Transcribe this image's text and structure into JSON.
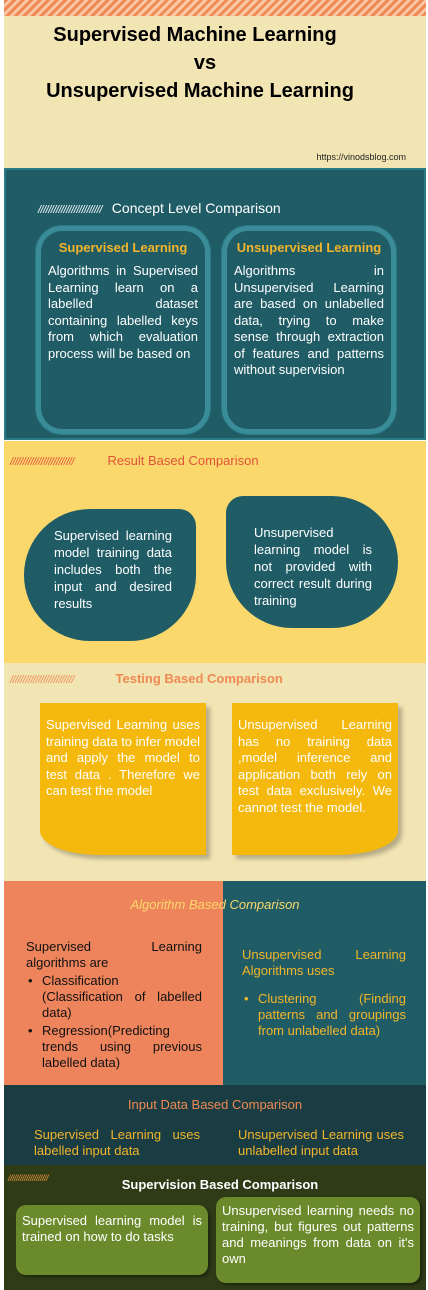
{
  "header": {
    "line1": "Supervised Machine Learning",
    "line2": "vs",
    "line3": "Unsupervised Machine Learning",
    "url": "https://vinodsblog.com"
  },
  "concept": {
    "slashes": "/////////////////////////",
    "title": "Concept Level Comparison",
    "supervised_heading": "Supervised Learning",
    "supervised_text": "Algorithms in Supervised Learning learn on a labelled dataset containing labelled keys from which evaluation process will be based on",
    "unsupervised_heading": "Unsupervised Learning",
    "unsupervised_text": "Algorithms in Unsupervised Learning are based on unlabelled data, trying to make sense through extraction of features and patterns without supervision"
  },
  "result": {
    "slashes": "/////////////////////////",
    "title": "Result Based Comparison",
    "supervised_text": "Supervised learning model training data includes both the input and desired results",
    "unsupervised_text": "Unsupervised learning model is not provided with correct result during training"
  },
  "testing": {
    "slashes": "/////////////////////////",
    "title": "Testing Based Comparison",
    "supervised_text": "Supervised Learning uses training data to infer model and apply the model to test data . Therefore we can test the model",
    "unsupervised_text": "Unsupervised Learning has no training data ,model inference and application both rely on test data exclusively. We cannot test the model."
  },
  "algorithm": {
    "title": "Algorithm Based Comparison",
    "supervised_intro": "Supervised Learning algorithms are",
    "supervised_items": [
      "Classification (Classification of labelled data)",
      "Regression(Predicting trends using previous labelled data)"
    ],
    "unsupervised_intro": "Unsupervised Learning Algorithms uses",
    "unsupervised_items": [
      "Clustering (Finding patterns and groupings from unlabelled data)"
    ]
  },
  "input": {
    "title": "Input Data Based Comparison",
    "supervised_text": "Supervised Learning uses labelled input data",
    "unsupervised_text": "Unsupervised Learning uses unlabelled input data"
  },
  "supervision": {
    "slashes": "////////////////////",
    "title": "Supervision Based Comparison",
    "supervised_text": "Supervised learning model is trained on how to do tasks",
    "unsupervised_text": "Unsupervised learning needs no training, but figures out patterns and meanings from data on it's own"
  },
  "colors": {
    "teal": "#1f5c66",
    "gold": "#f3b52a",
    "yellow_bg": "#fbd86c",
    "cream_bg": "#f2e5b4",
    "salmon": "#ee845c",
    "olive": "#6b8a2b"
  }
}
